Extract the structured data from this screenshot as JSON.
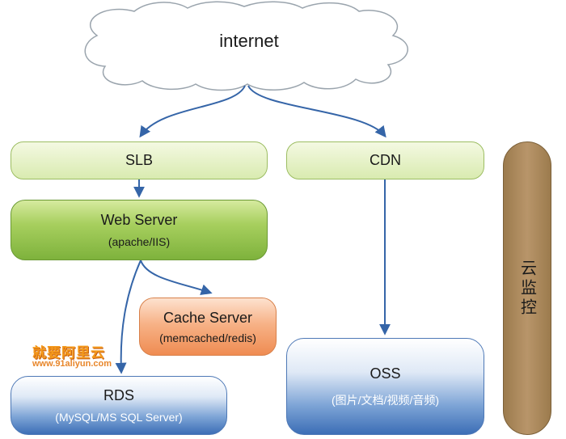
{
  "cloud": {
    "label": "internet"
  },
  "nodes": {
    "slb": {
      "label": "SLB"
    },
    "cdn": {
      "label": "CDN"
    },
    "web": {
      "label": "Web Server",
      "sub": "(apache/IIS)"
    },
    "cache": {
      "label": "Cache Server",
      "sub": "(memcached/redis)"
    },
    "rds": {
      "label": "RDS",
      "sub": "(MySQL/MS SQL Server)"
    },
    "oss": {
      "label": "OSS",
      "sub": "(图片/文档/视频/音频)"
    },
    "monitor": {
      "label": "云监控"
    }
  },
  "watermark": {
    "title": "就要阿里云",
    "url": "www.91aliyun.com"
  },
  "colors": {
    "arrow": "#3565a8",
    "cloud_stroke": "#9aa4ad"
  }
}
